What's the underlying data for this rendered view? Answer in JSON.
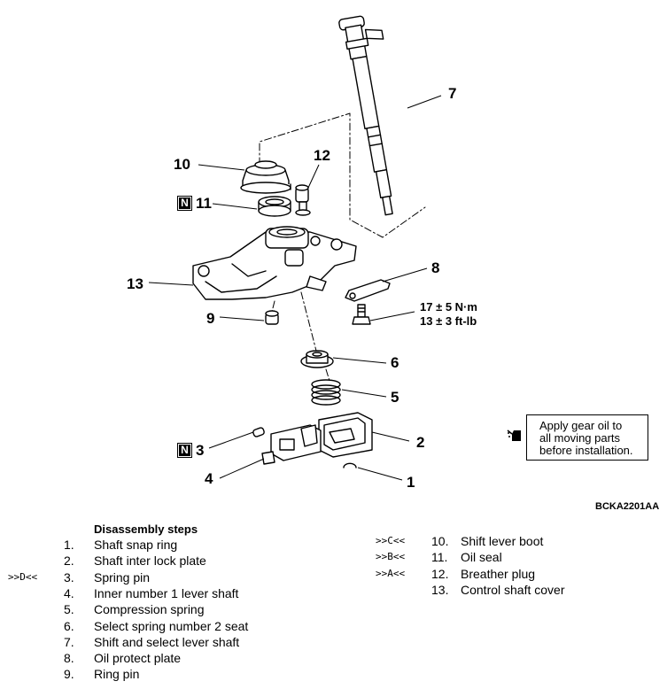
{
  "callouts": {
    "c1": "1",
    "c2": "2",
    "c3": "3",
    "c4": "4",
    "c5": "5",
    "c6": "6",
    "c7": "7",
    "c8": "8",
    "c9": "9",
    "c10": "10",
    "c11": "11",
    "c12": "12",
    "c13": "13"
  },
  "new_part_mark": "N",
  "torque": {
    "metric": "17 ± 5 N·m",
    "imperial": "13 ± 3 ft-lb"
  },
  "note": {
    "line1": "Apply gear oil to",
    "line2": "all moving parts",
    "line3": "before installation."
  },
  "ref_code": "BCKA2201AA",
  "steps_title": "Disassembly steps",
  "steps_left": [
    {
      "marker": "",
      "num": "1.",
      "label": "Shaft snap ring"
    },
    {
      "marker": "",
      "num": "2.",
      "label": "Shaft inter lock plate"
    },
    {
      "marker": ">>D<<",
      "num": "3.",
      "label": "Spring pin"
    },
    {
      "marker": "",
      "num": "4.",
      "label": "Inner number 1 lever shaft"
    },
    {
      "marker": "",
      "num": "5.",
      "label": "Compression spring"
    },
    {
      "marker": "",
      "num": "6.",
      "label": "Select spring number 2 seat"
    },
    {
      "marker": "",
      "num": "7.",
      "label": "Shift and select lever shaft"
    },
    {
      "marker": "",
      "num": "8.",
      "label": "Oil protect plate"
    },
    {
      "marker": "",
      "num": "9.",
      "label": "Ring pin"
    }
  ],
  "steps_right": [
    {
      "marker": ">>C<<",
      "num": "10.",
      "label": "Shift lever boot"
    },
    {
      "marker": ">>B<<",
      "num": "11.",
      "label": "Oil seal"
    },
    {
      "marker": ">>A<<",
      "num": "12.",
      "label": "Breather plug"
    },
    {
      "marker": "",
      "num": "13.",
      "label": "Control shaft cover"
    }
  ]
}
